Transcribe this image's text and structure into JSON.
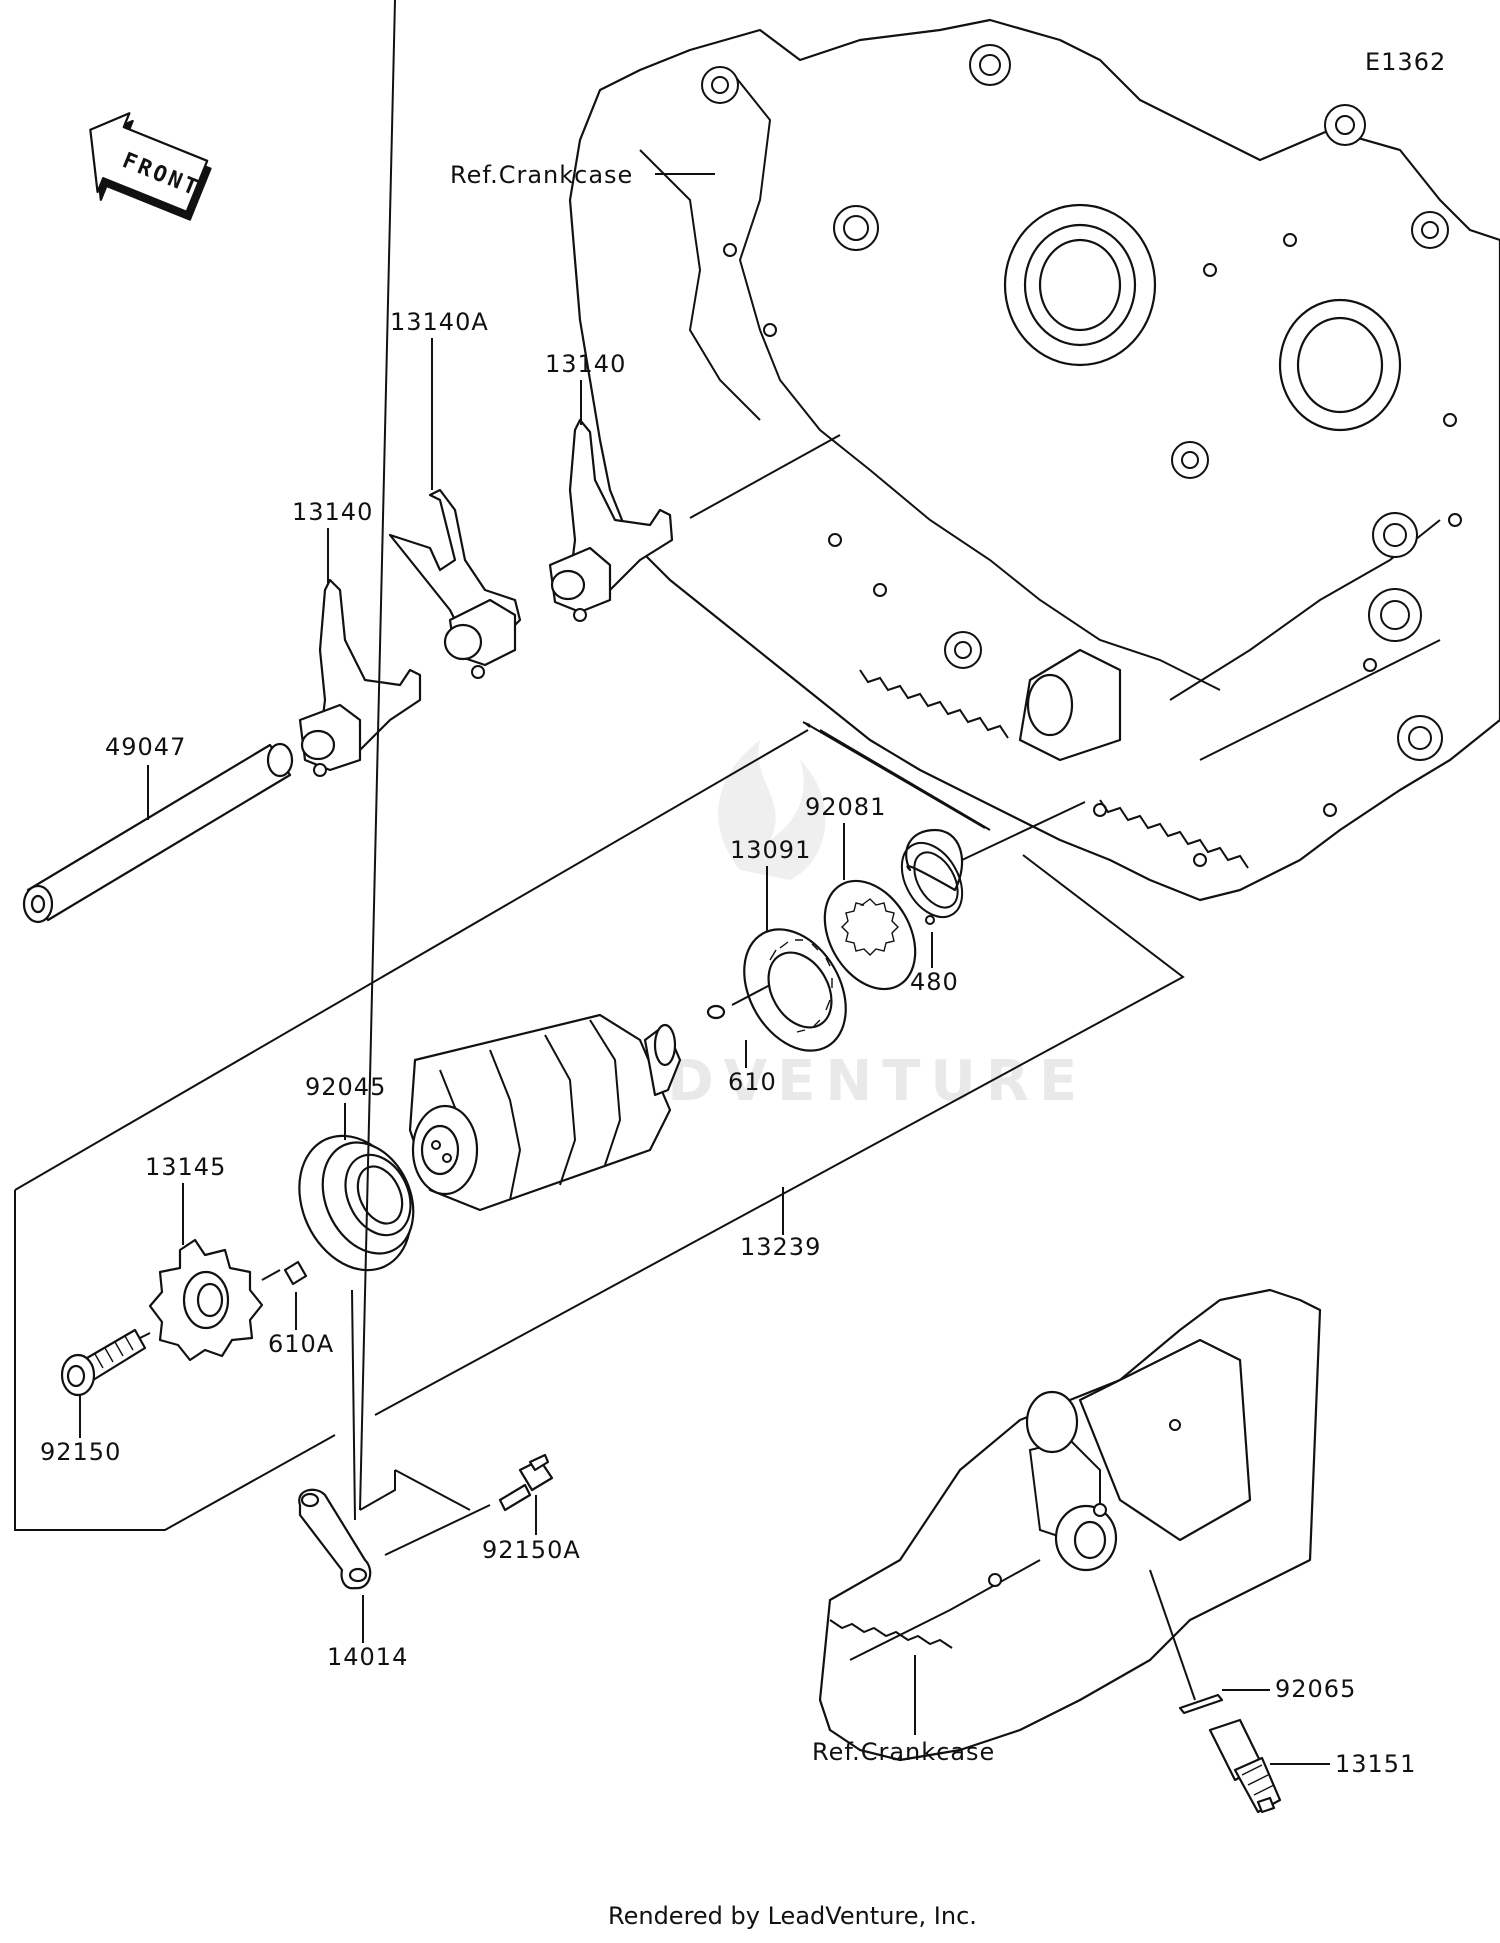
{
  "diagram_code": "E1362",
  "front_arrow": "FRONT",
  "labels": {
    "ref_crankcase_top": "Ref.Crankcase",
    "ref_crankcase_bottom": "Ref.Crankcase",
    "p13140_left": "13140",
    "p13140a": "13140A",
    "p13140_right": "13140",
    "p49047": "49047",
    "p92081": "92081",
    "p13091": "13091",
    "p480": "480",
    "p610": "610",
    "p92045": "92045",
    "p13145": "13145",
    "p610a": "610A",
    "p13239": "13239",
    "p92150": "92150",
    "p92150a": "92150A",
    "p14014": "14014",
    "p92065": "92065",
    "p13151": "13151"
  },
  "watermark": "LEADVENTURE",
  "footer": "Rendered by LeadVenture, Inc."
}
